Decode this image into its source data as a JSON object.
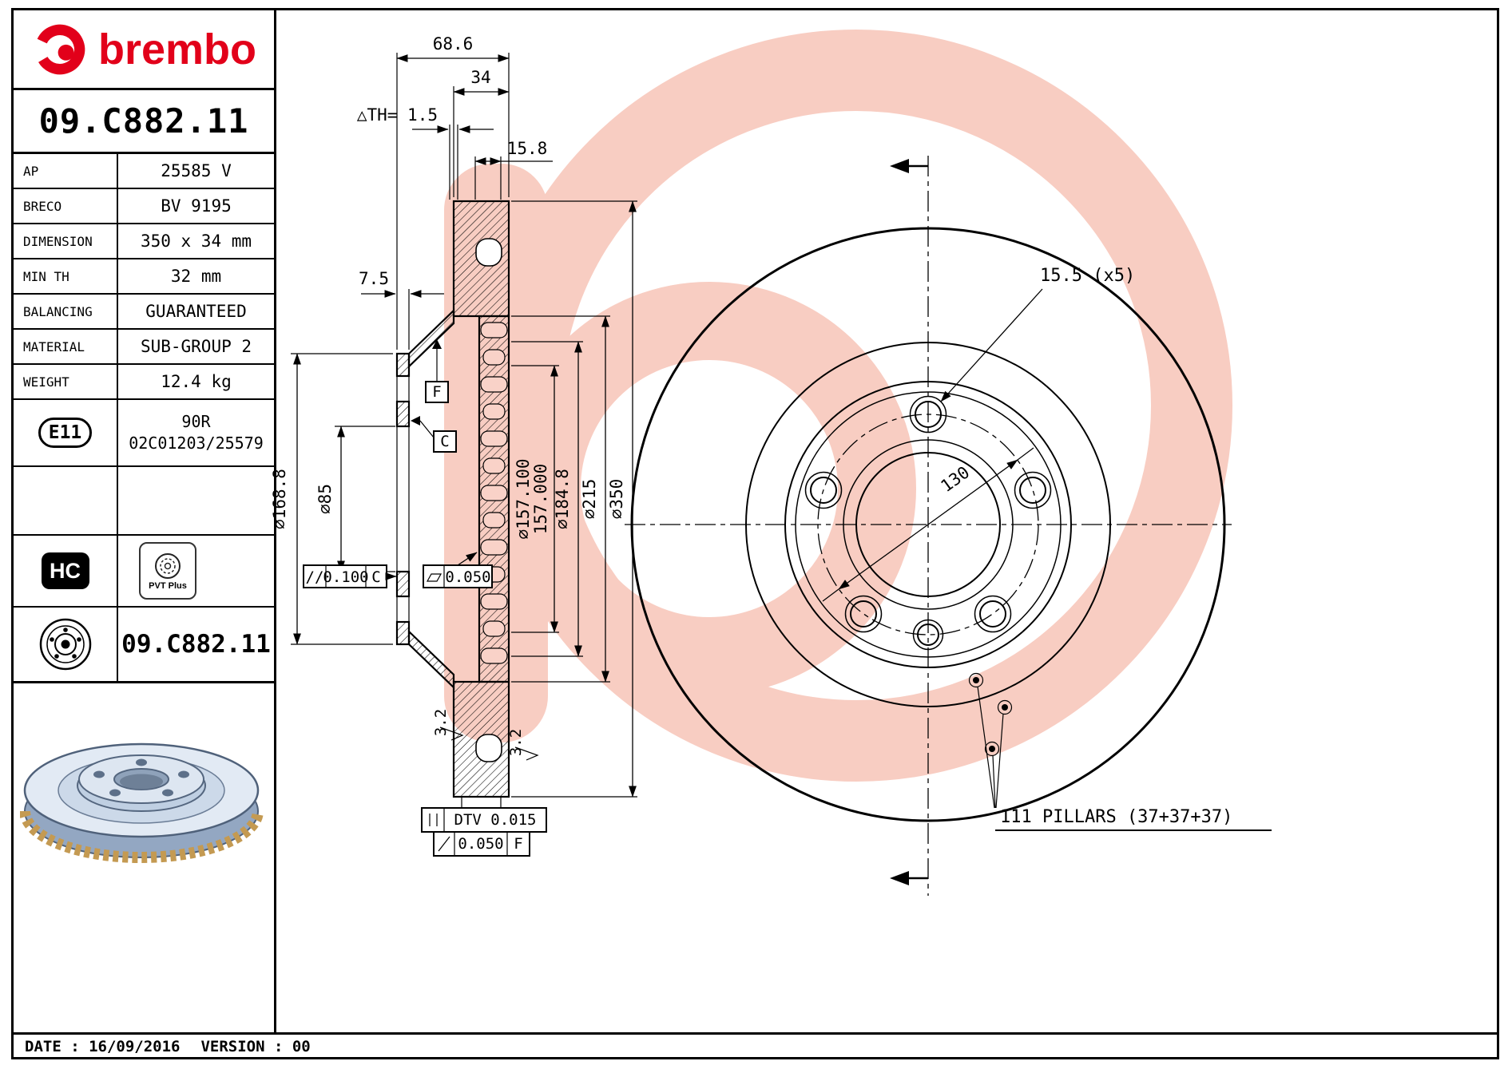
{
  "header": {
    "brand": "brembo",
    "part_number": "09.C882.11"
  },
  "spec_table": {
    "rows": [
      {
        "label": "AP",
        "value": "25585 V"
      },
      {
        "label": "BRECO",
        "value": "BV 9195"
      },
      {
        "label": "DIMENSION",
        "value": "350 x 34 mm"
      },
      {
        "label": "MIN TH",
        "value": "32 mm"
      },
      {
        "label": "BALANCING",
        "value": "GUARANTEED"
      },
      {
        "label": "MATERIAL",
        "value": "SUB-GROUP 2"
      },
      {
        "label": "WEIGHT",
        "value": "12.4 kg"
      }
    ],
    "homologation": {
      "badge": "E11",
      "line1": "90R",
      "line2": "02C01203/25579"
    },
    "badges": {
      "hc": "HC",
      "pvt": "PVT Plus"
    },
    "repeat_part_number": "09.C882.11"
  },
  "footer": {
    "date": "DATE : 16/09/2016",
    "version": "VERSION : 00"
  },
  "cross_section": {
    "width_total": "68.6",
    "thickness": "34",
    "wear_limit": "△TH= 1.5",
    "pad_depth": "15.8",
    "flange_thickness": "7.5",
    "dia_hat": "⌀168.8",
    "dia_bore": "⌀85",
    "dia_register_max": "⌀157.100",
    "dia_register_min": "157.000",
    "dia_pad_inner": "⌀184.8",
    "dia_vent_inner": "⌀215",
    "dia_outer": "⌀350",
    "parallelism": {
      "symbol": "//",
      "value": "0.100",
      "datum": "C"
    },
    "flatness_value": "0.050",
    "datum_f": "F",
    "datum_c": "C",
    "roughness": "3.2",
    "dtv": "DTV 0.015",
    "runout": {
      "value": "0.050",
      "datum": "F"
    }
  },
  "front_view": {
    "bolt_holes": "15.5 (x5)",
    "bolt_circle": "130",
    "pillars": "111 PILLARS (37+37+37)"
  }
}
